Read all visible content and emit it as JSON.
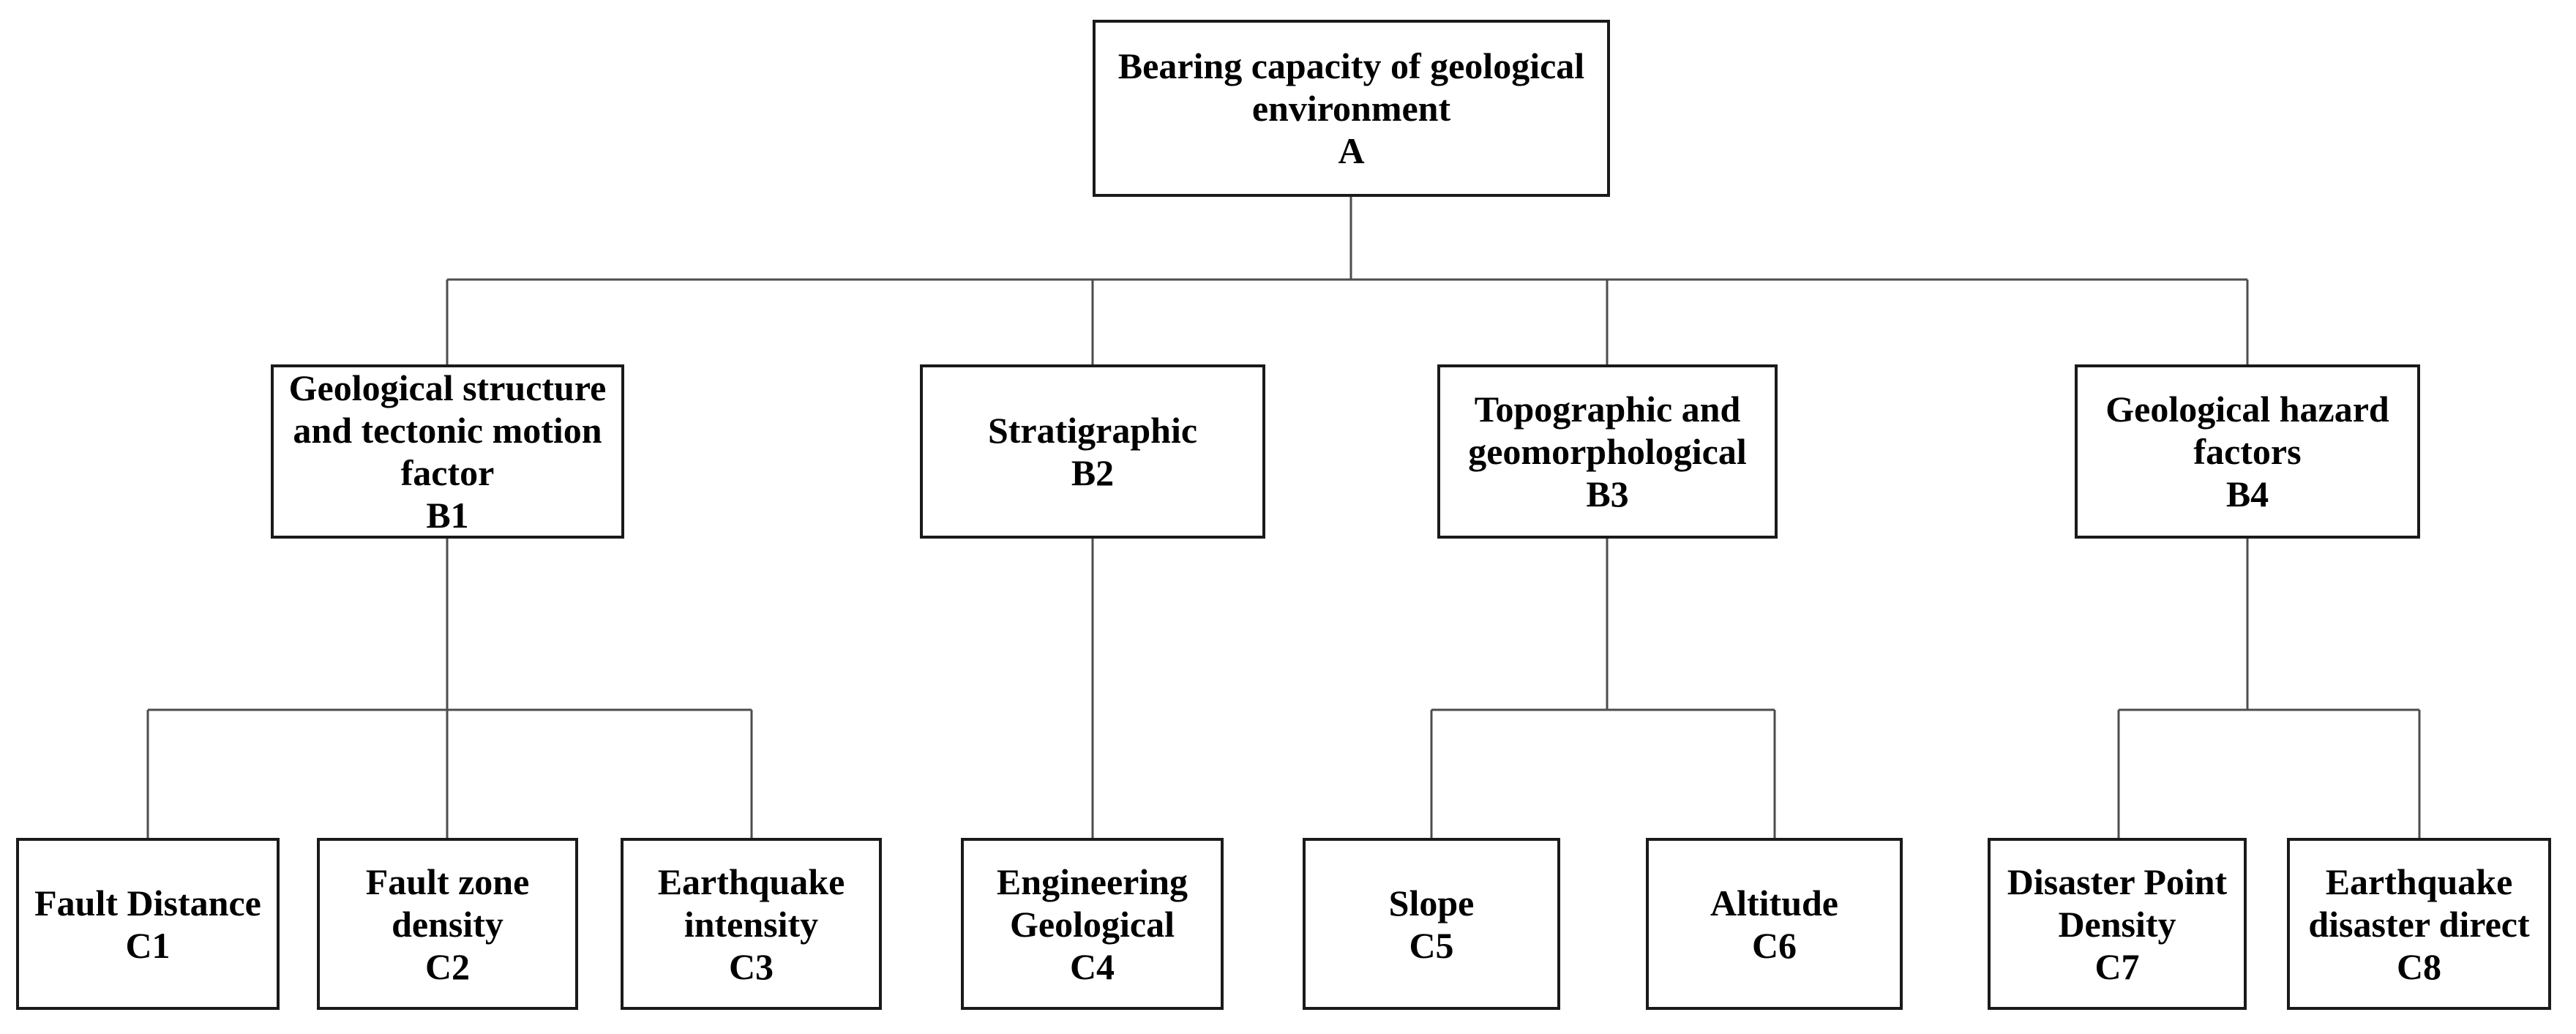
{
  "diagram": {
    "title": "Bearing capacity of geological environment hierarchy",
    "colors": {
      "background": "#ffffff",
      "box_fill": "#ffffff",
      "box_border": "#1a1a1a",
      "connector": "#4d4d4d",
      "text": "#000000"
    }
  },
  "nodes": {
    "A": {
      "label": "Bearing capacity of geological environment",
      "code": "A"
    },
    "B1": {
      "label": "Geological structure and tectonic motion factor",
      "code": "B1"
    },
    "B2": {
      "label": "Stratigraphic",
      "code": "B2"
    },
    "B3": {
      "label": "Topographic and geomorphological",
      "code": "B3"
    },
    "B4": {
      "label": "Geological hazard factors",
      "code": "B4"
    },
    "C1": {
      "label": "Fault Distance",
      "code": "C1"
    },
    "C2": {
      "label": "Fault zone density",
      "code": "C2"
    },
    "C3": {
      "label": "Earthquake intensity",
      "code": "C3"
    },
    "C4": {
      "label": "Engineering Geological",
      "code": "C4"
    },
    "C5": {
      "label": "Slope",
      "code": "C5"
    },
    "C6": {
      "label": "Altitude",
      "code": "C6"
    },
    "C7": {
      "label": "Disaster Point Density",
      "code": "C7"
    },
    "C8": {
      "label": "Earthquake disaster direct",
      "code": "C8"
    }
  },
  "edges": [
    [
      "A",
      "B1"
    ],
    [
      "A",
      "B2"
    ],
    [
      "A",
      "B3"
    ],
    [
      "A",
      "B4"
    ],
    [
      "B1",
      "C1"
    ],
    [
      "B1",
      "C2"
    ],
    [
      "B1",
      "C3"
    ],
    [
      "B2",
      "C4"
    ],
    [
      "B3",
      "C5"
    ],
    [
      "B3",
      "C6"
    ],
    [
      "B4",
      "C7"
    ],
    [
      "B4",
      "C8"
    ]
  ]
}
